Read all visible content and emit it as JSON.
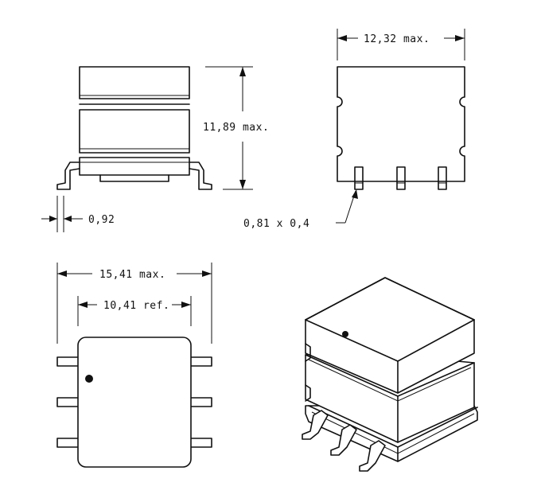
{
  "dimensions": {
    "height": "11,89 max.",
    "body_width": "12,32 max.",
    "lead_width": "0,92",
    "pad_size": "0,81 x 0,4",
    "overall_length": "15,41 max.",
    "lead_pitch_ref": "10,41 ref."
  },
  "colors": {
    "line": "#111111",
    "background": "#ffffff"
  }
}
